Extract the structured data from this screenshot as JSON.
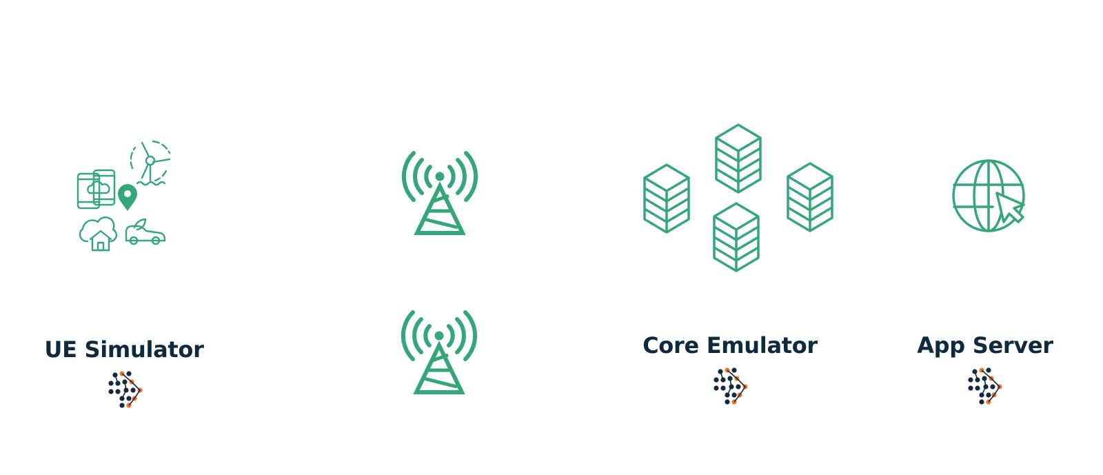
{
  "colors": {
    "icon": "#35a57a",
    "text": "#0f2a3c",
    "logo_dark": "#13293d",
    "logo_orange": "#ee7a30",
    "background": "#ffffff"
  },
  "components": [
    {
      "id": "ue",
      "label": "UE Simulator",
      "icon": "iot-devices-icon",
      "logo": "company-logo"
    },
    {
      "id": "ran-1",
      "label": "",
      "icon": "cell-tower-icon"
    },
    {
      "id": "ran-2",
      "label": "",
      "icon": "cell-tower-icon"
    },
    {
      "id": "core",
      "label": "Core Emulator",
      "icon": "server-cluster-icon",
      "logo": "company-logo"
    },
    {
      "id": "app",
      "label": "App Server",
      "icon": "globe-cursor-icon",
      "logo": "company-logo"
    }
  ]
}
